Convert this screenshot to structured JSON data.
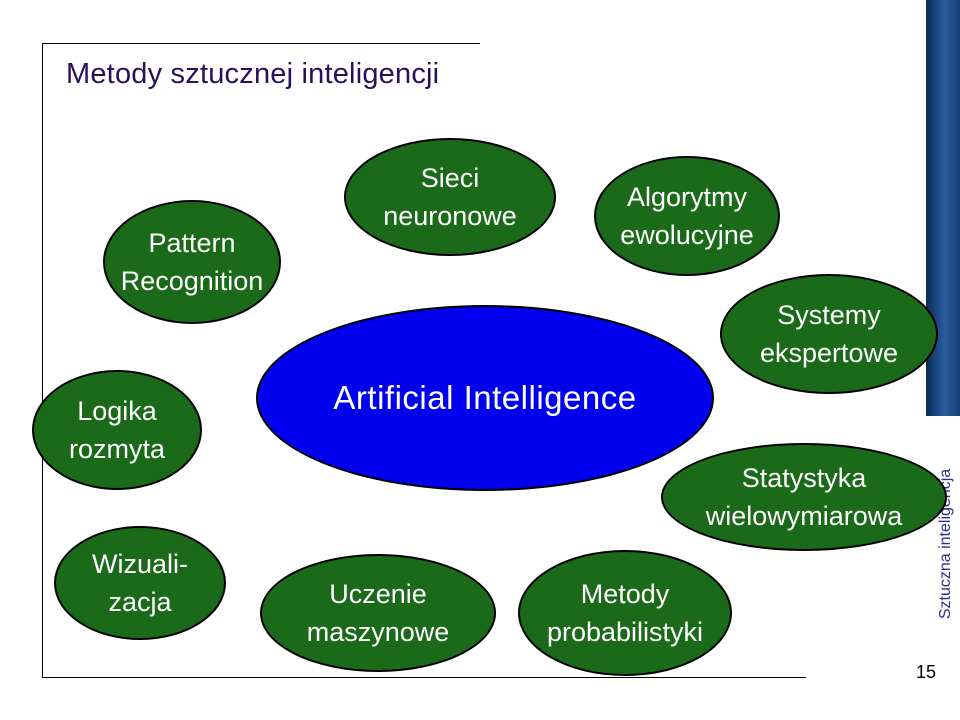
{
  "slide": {
    "title": "Metody sztucznej inteligencji",
    "side_text": "Sztuczna inteligencja",
    "page_number": "15"
  },
  "diagram": {
    "center": "Artificial Intelligence",
    "nodes": [
      "Sieci\nneuronowe",
      "Algorytmy\newolucyjne",
      "Pattern\nRecognition",
      "Systemy\nekspertowe",
      "Logika\nrozmyta",
      "Statystyka\nwielowymiarowa",
      "Wizuali-\nzacja",
      "Uczenie\nmaszynowe",
      "Metody\nprobabilistyki"
    ]
  },
  "colors": {
    "node_fill": "#1a6a1a",
    "center_fill": "#0000ee",
    "title_color": "#2a0f5a",
    "side_bar": "#1d4b86"
  }
}
